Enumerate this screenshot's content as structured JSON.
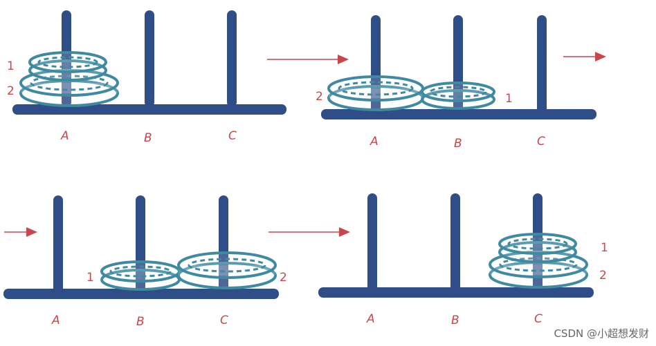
{
  "peg_labels": [
    "A",
    "B",
    "C"
  ],
  "disk_labels": {
    "small": "1",
    "large": "2"
  },
  "watermark": "CSDN @小超想发财",
  "colors": {
    "rod": "#2f4d86",
    "disk": "#3f8aa0",
    "annotation": "#c8474f"
  }
}
